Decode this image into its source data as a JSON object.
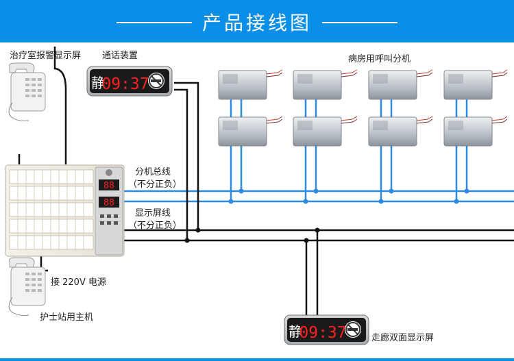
{
  "header": {
    "title": "产品接线图"
  },
  "labels": {
    "treatment_display": "治疗室报警显示屏",
    "call_device": "通话装置",
    "ward_extension": "病房用呼叫分机",
    "bus_line": "分机总线",
    "bus_polarity": "（不分正负）",
    "display_line": "显示屏线",
    "display_polarity": "（不分正负）",
    "power": "接 220V 电源",
    "nurse_host": "护士站用主机",
    "corridor_display": "走廊双面显示屏"
  },
  "display_top": {
    "icon_char": "静",
    "time": "09:37"
  },
  "display_bottom": {
    "icon_char": "静",
    "time": "09:37"
  },
  "host_panel": {
    "readout_a": "88",
    "readout_b": "88"
  },
  "colors": {
    "accent": "#0a8fe8",
    "bus_wire": "#2d8ae0",
    "display_wire": "#111111",
    "led": "#ff2020"
  },
  "icons": [
    "phone-icon",
    "no-smoking-icon",
    "speaker-grille-icon"
  ]
}
